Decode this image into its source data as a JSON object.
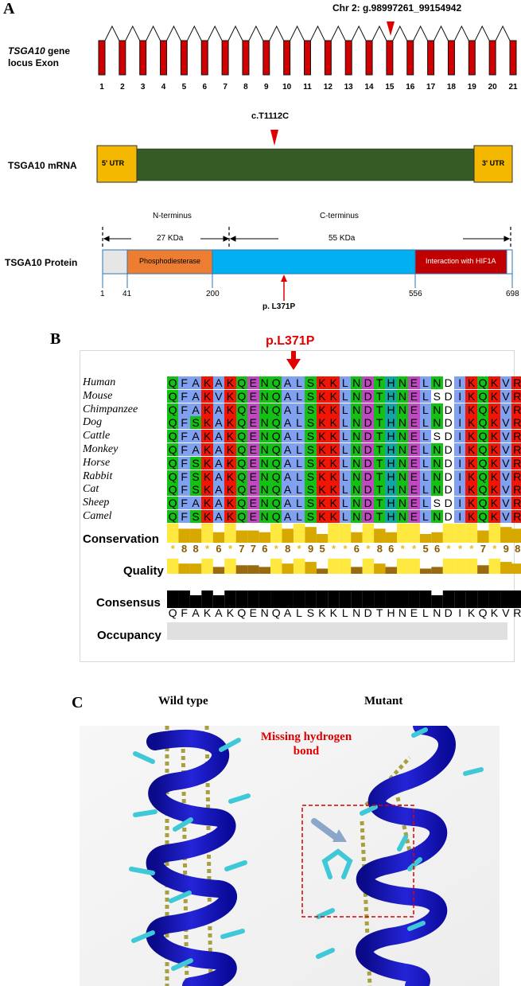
{
  "panelA": {
    "letter": "A",
    "chr_label": "Chr 2: g.98997261_99154942",
    "gene_label_italic": "TSGA10",
    "gene_label_rest": " gene",
    "gene_label_line2": "locus Exon",
    "exon_numbers": [
      "1",
      "2",
      "3",
      "4",
      "5",
      "6",
      "7",
      "8",
      "9",
      "10",
      "11",
      "12",
      "13",
      "14",
      "15",
      "16",
      "17",
      "18",
      "19",
      "20",
      "21"
    ],
    "mutation_exon": "15",
    "cdna_label": "c.T1112C",
    "mrna_label": "TSGA10 mRNA",
    "utr5": "5' UTR",
    "utr3": "3' UTR",
    "nterm_label": "N-terminus",
    "cterm_label": "C-terminus",
    "nterm_kda": "27 KDa",
    "cterm_kda": "55 KDa",
    "protein_label": "TSGA10 Protein",
    "domain1": "Phosphodiesterase",
    "domain2": "Interaction with HIF1A",
    "positions": [
      "1",
      "41",
      "200",
      "556",
      "698"
    ],
    "protein_mut": "p. L371P",
    "colors": {
      "exon": "#d10000",
      "mrna": "#365b25",
      "utr": "#f5b800",
      "phospho": "#ed7d31",
      "cyan": "#00b0f0",
      "hif": "#c00000",
      "grey": "#e6e6e6"
    }
  },
  "panelB": {
    "letter": "B",
    "mutation_label": "p.L371P",
    "species": [
      "Human",
      "Mouse",
      "Chimpanzee",
      "Dog",
      "Cattle",
      "Monkey",
      "Horse",
      "Rabbit",
      "Cat",
      "Sheep",
      "Camel"
    ],
    "sequences": [
      "QFAKAKQENQALSKKLNDTHNELNDIKQKVR",
      "QFAKVKQENQALSKKLNDTHNELSDIKQKVR",
      "QFAKAKQENQALSKKLNDTHNELNDIKQKVR",
      "QFSKAKQENQALSKKLNDTHNELNDIKQKVR",
      "QFAKAKQENQALSKKLNDTHNELSDIKQKVR",
      "QFAKAKQENQALSKKLNDTHNELNDIKQKVR",
      "QFSKAKQENQALSKKLNDTHNELNDIKQKVR",
      "QFSKAKQENQALSKKLNDTHNELNDIKQKVR",
      "QFSKAKQENQALSKKLNDTHNELNDIKQKVR",
      "QFAKAKQENQALSKKLNDTHNELSDIKQKVR",
      "QFSKAKQENQALSKKLNDTHNELNDIKQKVR"
    ],
    "conservation_label": "Conservation",
    "conservation_scores": [
      "*",
      "8",
      "8",
      "*",
      "6",
      "*",
      "7",
      "7",
      "6",
      "*",
      "8",
      "*",
      "9",
      "5",
      "*",
      "*",
      "6",
      "*",
      "8",
      "6",
      "*",
      "*",
      "5",
      "6",
      "*",
      "*",
      "*",
      "7",
      "*",
      "9",
      "8"
    ],
    "quality_label": "Quality",
    "consensus_label": "Consensus",
    "consensus_seq": "QFAKAKQENQALSKKLNDTHNELNDIKQKVR",
    "occupancy_label": "Occupancy"
  },
  "panelC": {
    "letter": "C",
    "wild_type": "Wild type",
    "mutant": "Mutant",
    "missing_line1": "Missing hydrogen",
    "missing_line2": "bond"
  }
}
